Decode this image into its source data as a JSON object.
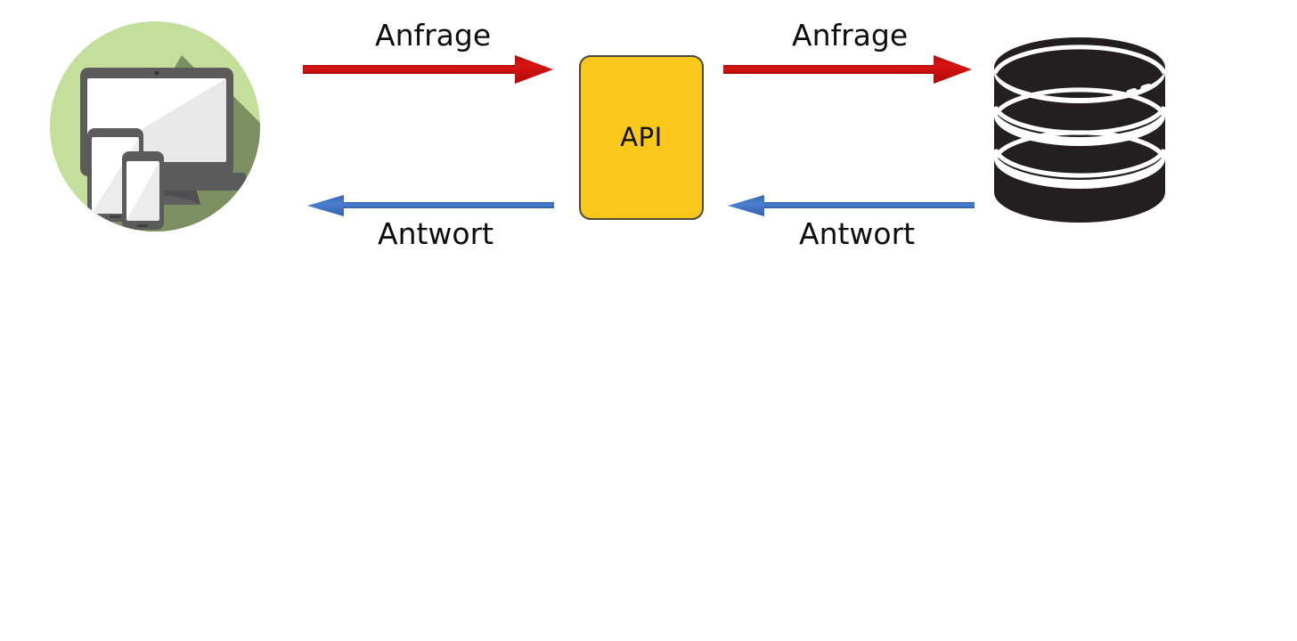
{
  "diagram": {
    "title": "API request / response flow",
    "background": "#ffffff",
    "nodes": {
      "client": {
        "name": "client-devices",
        "icon": "devices-monitor-tablet-phone-icon",
        "label": "",
        "circle_color": "#c4de9c",
        "circle_shadow_color": "#7e9062",
        "device_frame_color": "#5b5b5b",
        "screen_color": "#ffffff",
        "screen_gloss_color": "#e8e8e8"
      },
      "api": {
        "name": "api-box",
        "label": "API",
        "fill": "#f9c81a",
        "border": "#4c4a3c",
        "text_color": "#111111"
      },
      "database": {
        "name": "database-cylinder-stack",
        "icon": "database-icon",
        "label": "",
        "fill": "#231f20",
        "band_color": "#ffffff",
        "tiers": 3,
        "dashes_per_tier": 3
      }
    },
    "arrows": [
      {
        "id": "request-client-to-api",
        "label": "Anfrage",
        "color": "#ca1111",
        "direction": "right",
        "from": "client",
        "to": "api",
        "label_position": "above"
      },
      {
        "id": "response-api-to-client",
        "label": "Antwort",
        "color": "#3d6fc4",
        "direction": "left",
        "from": "api",
        "to": "client",
        "label_position": "below"
      },
      {
        "id": "request-api-to-database",
        "label": "Anfrage",
        "color": "#ca1111",
        "direction": "right",
        "from": "api",
        "to": "database",
        "label_position": "above"
      },
      {
        "id": "response-database-to-api",
        "label": "Antwort",
        "color": "#3d6fc4",
        "direction": "left",
        "from": "database",
        "to": "api",
        "label_position": "below"
      }
    ]
  }
}
